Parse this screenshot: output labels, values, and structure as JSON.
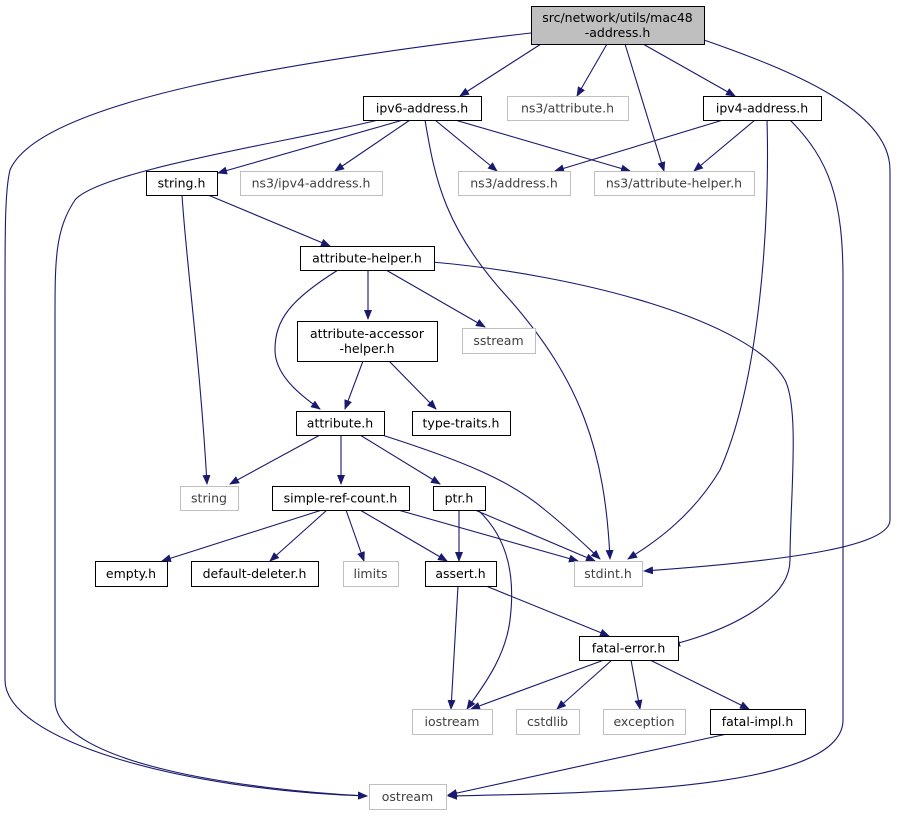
{
  "colors": {
    "edge": "#191970",
    "root_fill": "#bfbfbf",
    "node_border": "#000000",
    "external_border": "#bfbfbf",
    "external_text": "#404040",
    "text": "#000000",
    "background": "#ffffff"
  },
  "nodes": [
    {
      "id": "root",
      "lines": [
        "src/network/utils/mac48",
        "-address.h"
      ],
      "style": "root"
    },
    {
      "id": "ipv6",
      "lines": [
        "ipv6-address.h"
      ],
      "style": "local"
    },
    {
      "id": "ns3attr",
      "lines": [
        "ns3/attribute.h"
      ],
      "style": "external"
    },
    {
      "id": "ipv4",
      "lines": [
        "ipv4-address.h"
      ],
      "style": "local"
    },
    {
      "id": "stringh",
      "lines": [
        "string.h"
      ],
      "style": "local"
    },
    {
      "id": "ns3ipv4",
      "lines": [
        "ns3/ipv4-address.h"
      ],
      "style": "external"
    },
    {
      "id": "ns3addr",
      "lines": [
        "ns3/address.h"
      ],
      "style": "external"
    },
    {
      "id": "ns3attrhelper",
      "lines": [
        "ns3/attribute-helper.h"
      ],
      "style": "external"
    },
    {
      "id": "attrhelper",
      "lines": [
        "attribute-helper.h"
      ],
      "style": "local"
    },
    {
      "id": "accessor",
      "lines": [
        "attribute-accessor",
        "-helper.h"
      ],
      "style": "local"
    },
    {
      "id": "sstream",
      "lines": [
        "sstream"
      ],
      "style": "external"
    },
    {
      "id": "attribute",
      "lines": [
        "attribute.h"
      ],
      "style": "local"
    },
    {
      "id": "typetraits",
      "lines": [
        "type-traits.h"
      ],
      "style": "local"
    },
    {
      "id": "string",
      "lines": [
        "string"
      ],
      "style": "external"
    },
    {
      "id": "simpleref",
      "lines": [
        "simple-ref-count.h"
      ],
      "style": "local"
    },
    {
      "id": "ptr",
      "lines": [
        "ptr.h"
      ],
      "style": "local"
    },
    {
      "id": "empty",
      "lines": [
        "empty.h"
      ],
      "style": "local"
    },
    {
      "id": "deleter",
      "lines": [
        "default-deleter.h"
      ],
      "style": "local"
    },
    {
      "id": "limits",
      "lines": [
        "limits"
      ],
      "style": "external"
    },
    {
      "id": "assert",
      "lines": [
        "assert.h"
      ],
      "style": "local"
    },
    {
      "id": "stdint",
      "lines": [
        "stdint.h"
      ],
      "style": "external"
    },
    {
      "id": "fatalerror",
      "lines": [
        "fatal-error.h"
      ],
      "style": "local"
    },
    {
      "id": "iostream",
      "lines": [
        "iostream"
      ],
      "style": "external"
    },
    {
      "id": "cstdlib",
      "lines": [
        "cstdlib"
      ],
      "style": "external"
    },
    {
      "id": "exception",
      "lines": [
        "exception"
      ],
      "style": "external"
    },
    {
      "id": "fatalimpl",
      "lines": [
        "fatal-impl.h"
      ],
      "style": "local"
    },
    {
      "id": "ostream",
      "lines": [
        "ostream"
      ],
      "style": "external"
    }
  ],
  "edges": [
    {
      "from": "root",
      "to": "ipv6"
    },
    {
      "from": "root",
      "to": "ns3attr"
    },
    {
      "from": "root",
      "to": "ipv4"
    },
    {
      "from": "root",
      "to": "ns3attrhelper"
    },
    {
      "from": "root",
      "to": "stdint"
    },
    {
      "from": "root",
      "to": "ostream"
    },
    {
      "from": "ipv6",
      "to": "stringh"
    },
    {
      "from": "ipv6",
      "to": "ns3ipv4"
    },
    {
      "from": "ipv6",
      "to": "ns3addr"
    },
    {
      "from": "ipv6",
      "to": "ns3attrhelper"
    },
    {
      "from": "ipv6",
      "to": "stdint"
    },
    {
      "from": "ipv6",
      "to": "ostream"
    },
    {
      "from": "ipv4",
      "to": "ns3addr"
    },
    {
      "from": "ipv4",
      "to": "ns3attrhelper"
    },
    {
      "from": "ipv4",
      "to": "stdint"
    },
    {
      "from": "ipv4",
      "to": "ostream"
    },
    {
      "from": "stringh",
      "to": "string"
    },
    {
      "from": "stringh",
      "to": "attrhelper"
    },
    {
      "from": "attrhelper",
      "to": "accessor"
    },
    {
      "from": "attrhelper",
      "to": "sstream"
    },
    {
      "from": "attrhelper",
      "to": "attribute"
    },
    {
      "from": "attrhelper",
      "to": "fatalerror"
    },
    {
      "from": "accessor",
      "to": "attribute"
    },
    {
      "from": "accessor",
      "to": "typetraits"
    },
    {
      "from": "attribute",
      "to": "string"
    },
    {
      "from": "attribute",
      "to": "simpleref"
    },
    {
      "from": "attribute",
      "to": "ptr"
    },
    {
      "from": "attribute",
      "to": "stdint"
    },
    {
      "from": "simpleref",
      "to": "empty"
    },
    {
      "from": "simpleref",
      "to": "deleter"
    },
    {
      "from": "simpleref",
      "to": "limits"
    },
    {
      "from": "simpleref",
      "to": "assert"
    },
    {
      "from": "simpleref",
      "to": "stdint"
    },
    {
      "from": "ptr",
      "to": "assert"
    },
    {
      "from": "ptr",
      "to": "stdint"
    },
    {
      "from": "ptr",
      "to": "iostream"
    },
    {
      "from": "assert",
      "to": "iostream"
    },
    {
      "from": "assert",
      "to": "fatalerror"
    },
    {
      "from": "fatalerror",
      "to": "iostream"
    },
    {
      "from": "fatalerror",
      "to": "cstdlib"
    },
    {
      "from": "fatalerror",
      "to": "exception"
    },
    {
      "from": "fatalerror",
      "to": "fatalimpl"
    },
    {
      "from": "fatalimpl",
      "to": "ostream"
    }
  ]
}
